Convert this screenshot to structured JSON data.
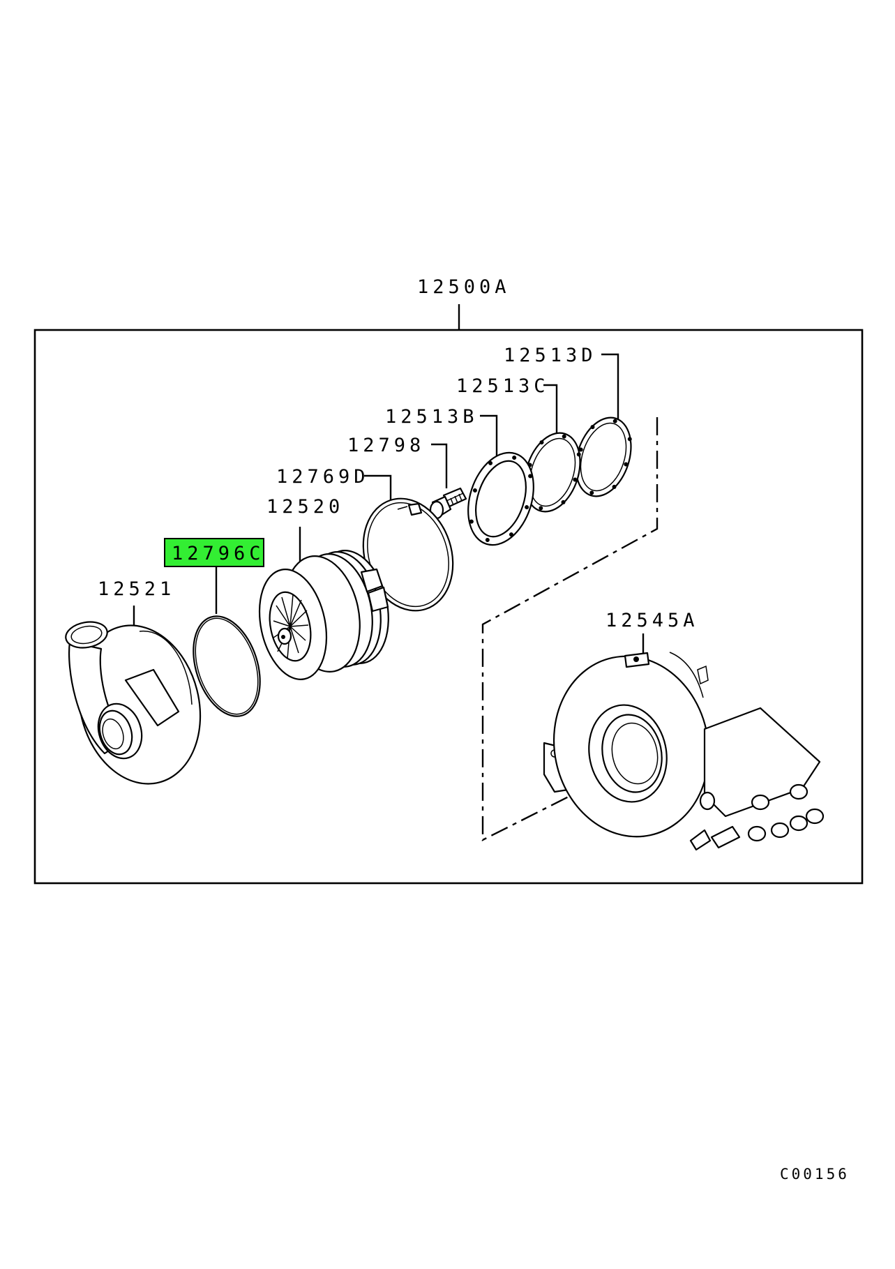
{
  "diagram": {
    "assembly_label": "12500A",
    "drawing_code": "C00156",
    "highlight_color": "#33ee33",
    "highlighted_part": "12796C",
    "parts": {
      "p12513D": "12513D",
      "p12513C": "12513C",
      "p12513B": "12513B",
      "p12798": "12798",
      "p12769D": "12769D",
      "p12520": "12520",
      "p12796C": "12796C",
      "p12521": "12521",
      "p12545A": "12545A"
    }
  }
}
